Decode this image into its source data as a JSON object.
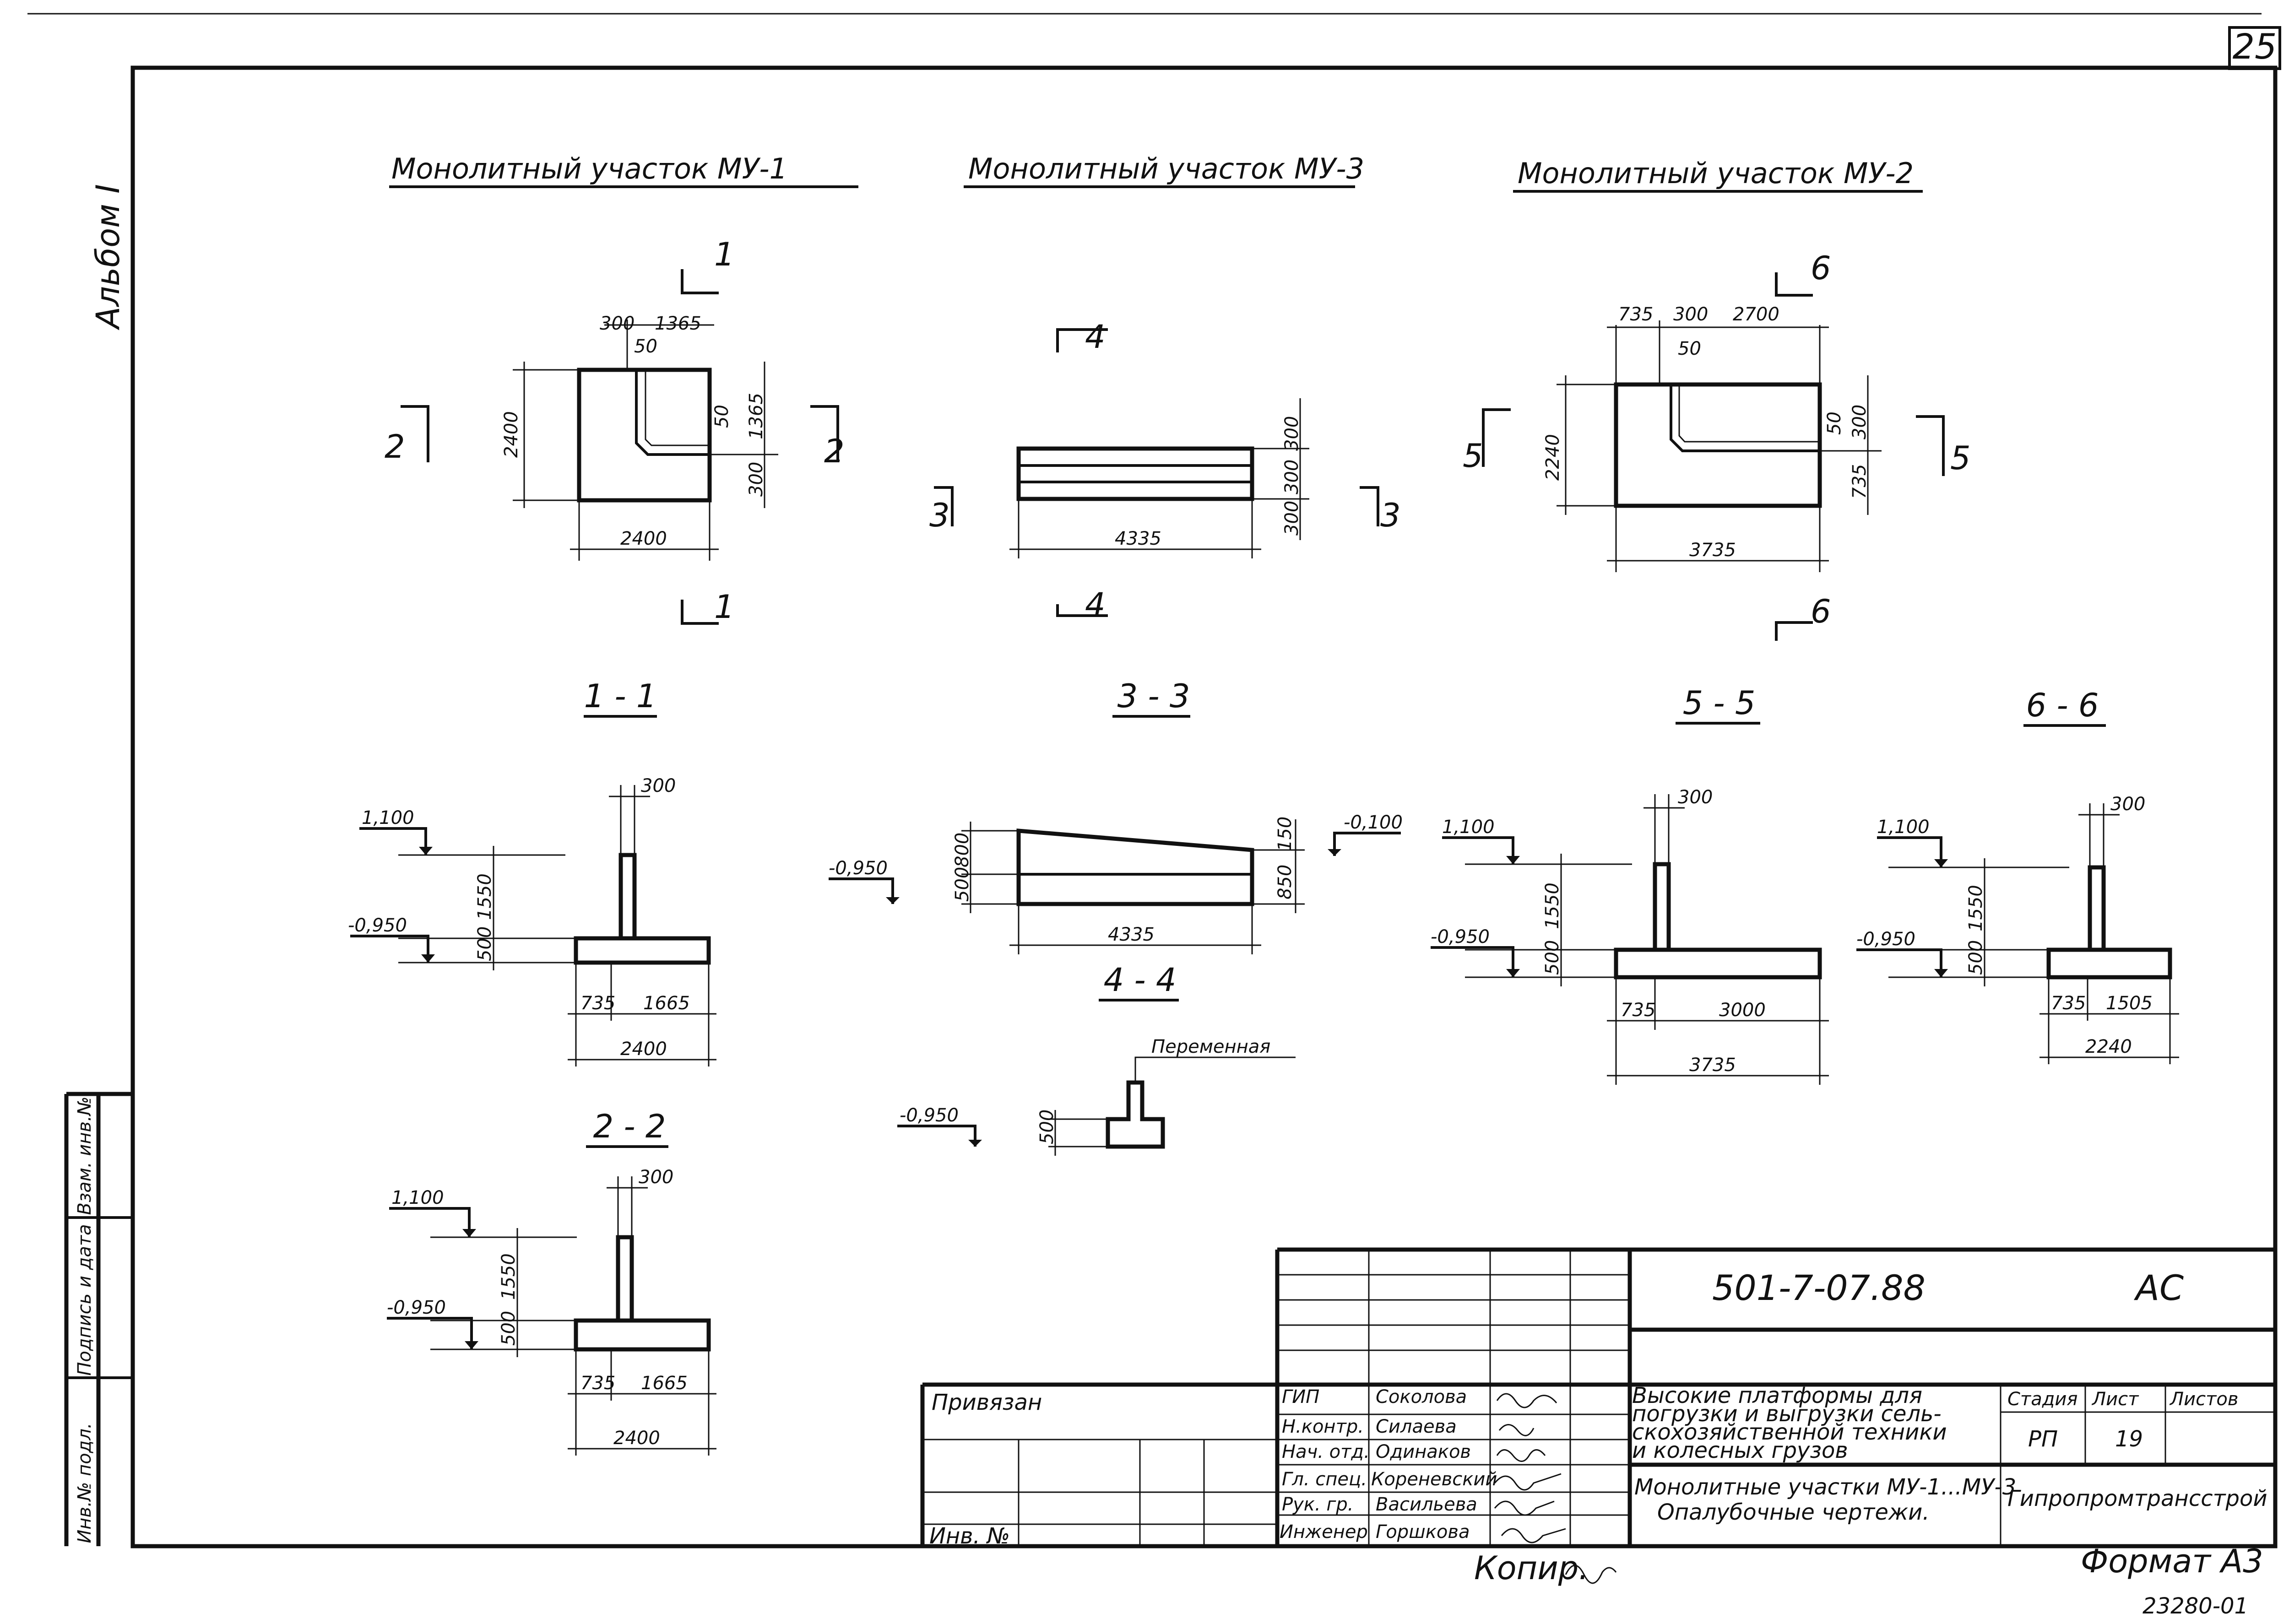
{
  "sheet": {
    "page_number": "25",
    "album": "Альбом I",
    "format": "Формат А3",
    "archive_number": "23280-01",
    "copy_label": "Копир.",
    "side_labels": [
      "Инв.№ подл.",
      "Подпись и дата",
      "Взам. инв.№"
    ]
  },
  "plans": {
    "mu1": {
      "title": "Монолитный участок МУ-1",
      "cut_1": "1",
      "cut_2": "2",
      "dims": [
        "300",
        "1365",
        "50",
        "2400",
        "50",
        "1365",
        "300",
        "2400"
      ]
    },
    "mu3": {
      "title": "Монолитный участок МУ-3",
      "cut_3": "3",
      "cut_4": "4",
      "dims": [
        "300",
        "300",
        "300",
        "4335"
      ]
    },
    "mu2": {
      "title": "Монолитный участок МУ-2",
      "cut_5": "5",
      "cut_6": "6",
      "dims": [
        "735",
        "300",
        "2700",
        "50",
        "2240",
        "50",
        "300",
        "735",
        "3735"
      ]
    }
  },
  "sections": {
    "s11": {
      "label": "1 - 1",
      "level_top": "1,100",
      "level_bottom": "-0,950",
      "dims": [
        "300",
        "1550",
        "500",
        "735",
        "1665",
        "2400"
      ]
    },
    "s22": {
      "label": "2 - 2",
      "level_top": "1,100",
      "level_bottom": "-0,950",
      "dims": [
        "300",
        "1550",
        "500",
        "735",
        "1665",
        "2400"
      ]
    },
    "s33": {
      "label": "3 - 3",
      "level_top": "-0,100",
      "level_bottom": "-0,950",
      "dims": [
        "800",
        "500",
        "150",
        "850",
        "4335"
      ]
    },
    "s44": {
      "label": "4 - 4",
      "note": "Переменная",
      "level_bottom": "-0,950",
      "dims": [
        "500"
      ]
    },
    "s55": {
      "label": "5 - 5",
      "level_top": "1,100",
      "level_bottom": "-0,950",
      "dims": [
        "300",
        "1550",
        "500",
        "735",
        "3000",
        "3735"
      ]
    },
    "s66": {
      "label": "6 - 6",
      "level_top": "1,100",
      "level_bottom": "-0,950",
      "dims": [
        "300",
        "1550",
        "500",
        "735",
        "1505",
        "2240"
      ]
    }
  },
  "title_block": {
    "code": "501-7-07.88",
    "mark": "АС",
    "project_lines": [
      "Высокие платформы для",
      "погрузки и выгрузки сель-",
      "скохозяйственной техники",
      "и колесных грузов"
    ],
    "drawing_lines": [
      "Монолитные участки МУ-1...МУ-3",
      "Опалубочные чертежи."
    ],
    "stage_header": "Стадия",
    "sheet_header": "Лист",
    "sheets_header": "Листов",
    "stage": "РП",
    "sheet_no": "19",
    "organization": "Гипропромтрансстрой",
    "bound_label": "Привязан",
    "inv_label": "Инв. №",
    "roles": [
      "ГИП",
      "Н.контр.",
      "Нач. отд.",
      "Гл. спец.",
      "Рук. гр.",
      "Инженер"
    ],
    "names": [
      "Соколова",
      "Силаева",
      "Одинаков",
      "Кореневский",
      "Васильева",
      "Горшкова"
    ]
  }
}
